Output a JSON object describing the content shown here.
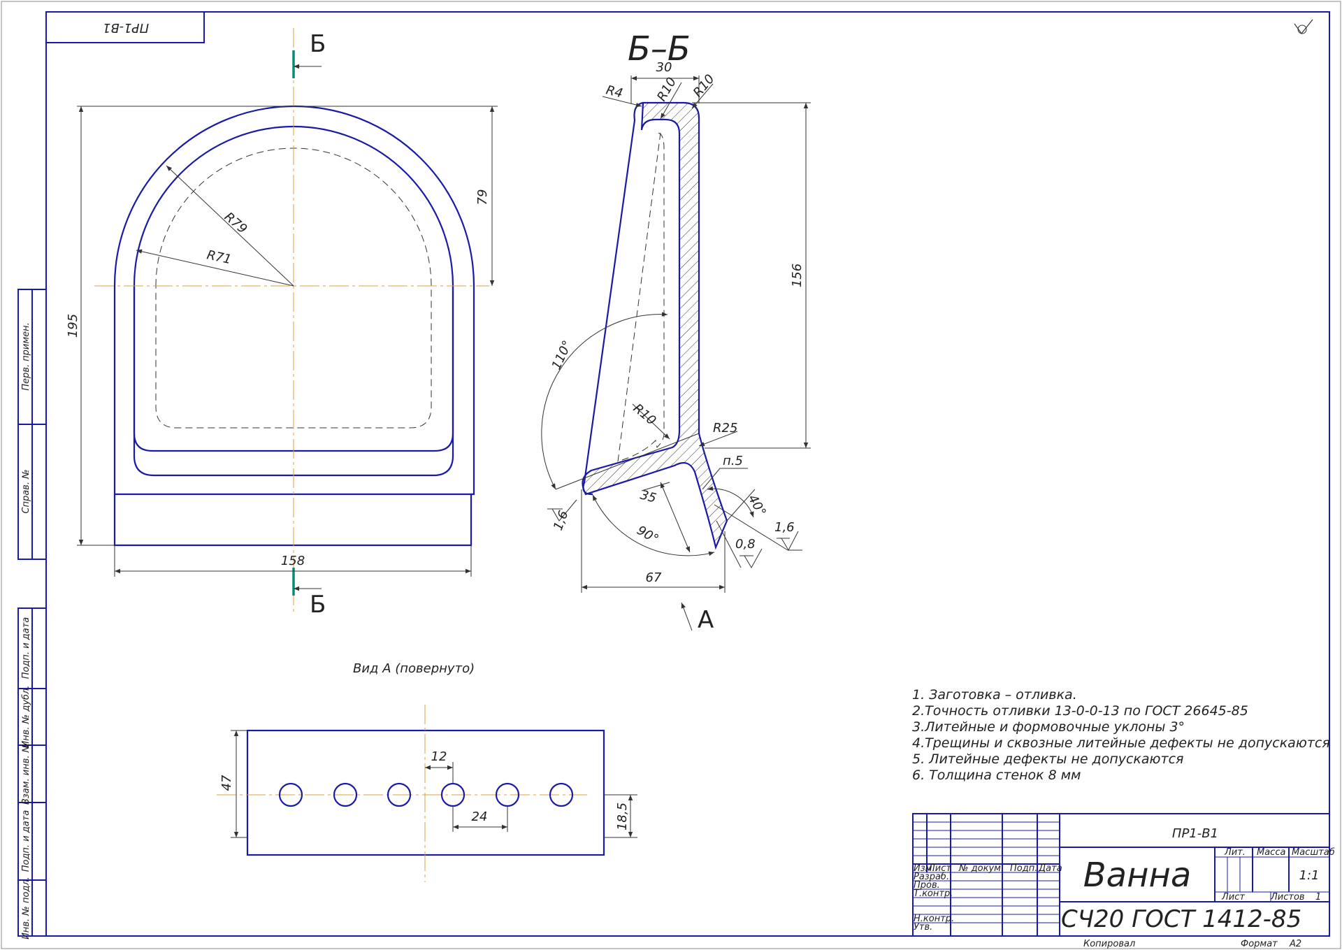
{
  "title_block": {
    "designation": "ПР1-В1",
    "part_name": "Ванна",
    "material": "СЧ20 ГОСТ 1412-85",
    "cols": {
      "izm": "Изм.",
      "list": "Лист",
      "doc": "№ докум.",
      "sign": "Подп.",
      "date": "Дата"
    },
    "rows": [
      "Разраб.",
      "Пров.",
      "Т.контр.",
      "Н.контр.",
      "Утв."
    ],
    "lit_label": "Лит.",
    "mass_label": "Масса",
    "scale_label": "Масштаб",
    "scale_value": "1:1",
    "sheet_label": "Лист",
    "sheets_label": "Листов",
    "sheets_value": "1",
    "copied": "Копировал",
    "format_label": "Формат",
    "format_value": "A2"
  },
  "corner_designation": "ПР1-В1",
  "side_stamps": [
    "Перв. примен.",
    "Справ. №",
    "Подп. и дата",
    "Инв. № дубл.",
    "Взам. инв. №",
    "Подп. и дата",
    "Инв. № подл."
  ],
  "section": {
    "mark": "Б",
    "title": "Б–Б",
    "dims": {
      "w30": "30",
      "r4": "R4",
      "r10a": "R10",
      "r10b": "R10",
      "r10c": "R10",
      "r25": "R25",
      "h156": "156",
      "a110": "110°",
      "a90": "90°",
      "a40": "40°",
      "d35": "35",
      "d67": "67",
      "s16a": "1,6",
      "s16b": "1,6",
      "s08": "0,8",
      "p5": "п.5"
    },
    "view_arrow": "А"
  },
  "front": {
    "dims": {
      "r79": "R79",
      "r71": "R71",
      "h79": "79",
      "h195": "195",
      "w158": "158"
    }
  },
  "view_a": {
    "title": "Вид А (повернуто)",
    "dims": {
      "h47": "47",
      "d12": "12",
      "d24": "24",
      "d185": "18,5"
    }
  },
  "notes": [
    "1. Заготовка – отливка.",
    "2.Точность отливки 13-0-0-13 по ГОСТ 26645-85",
    "3.Литейные и формовочные уклоны 3°",
    "4.Трещины и сквозные литейные дефекты не допускаются",
    "5. Литейные дефекты не допускаются",
    "6. Толщина стенок 8 мм"
  ]
}
